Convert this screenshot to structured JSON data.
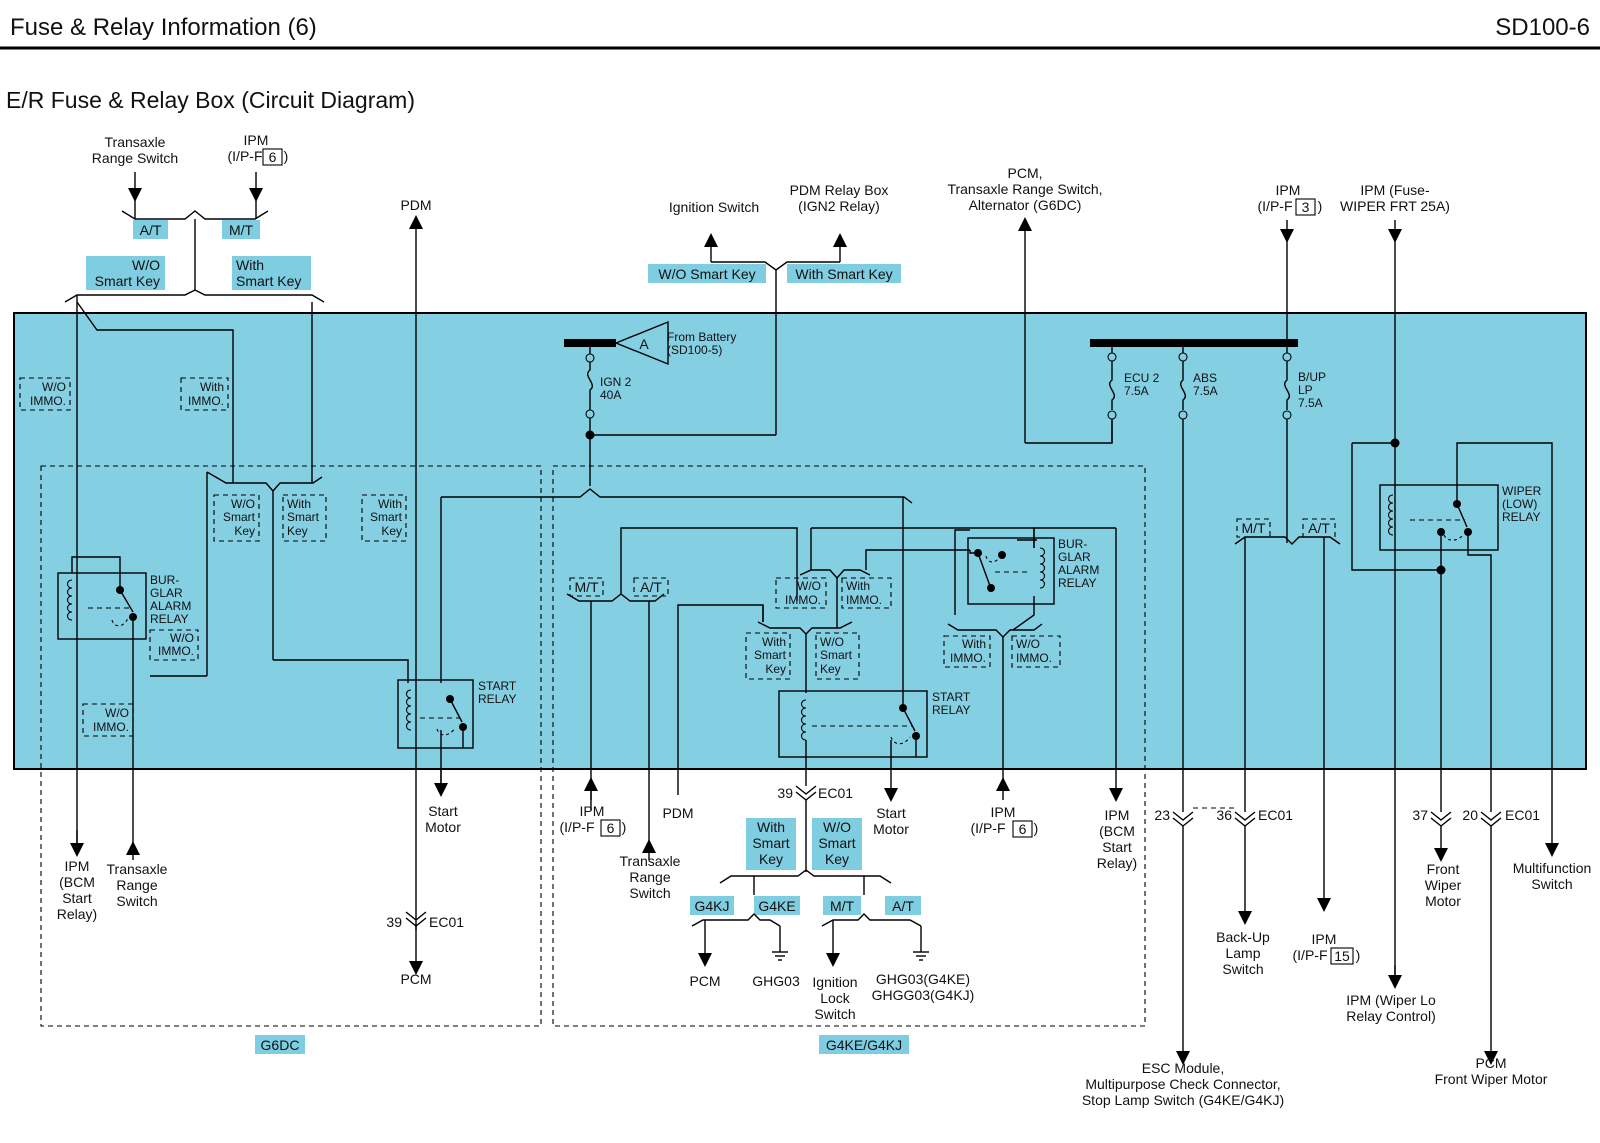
{
  "header": {
    "title": "Fuse & Relay Information (6)",
    "page_code": "SD100-6"
  },
  "diagram_title": "E/R Fuse & Relay Box (Circuit Diagram)",
  "colors": {
    "panel": "#85cfe3",
    "tag": "#7fcde0",
    "line": "#000000"
  },
  "top": {
    "transaxle_l1": "Transaxle",
    "transaxle_l2": "Range Switch",
    "ipm_l1": "IPM",
    "ipm_l2": "(I/P-F",
    "ipm_pin": "6",
    "ipm_close": ")",
    "at": "A/T",
    "mt": "M/T",
    "wo_smart_l1": "W/O",
    "wo_smart_l2": "Smart Key",
    "with_smart_l1": "With",
    "with_smart_l2": "Smart Key",
    "pdm": "PDM",
    "ign_switch": "Ignition Switch",
    "pdm_relay_l1": "PDM Relay Box",
    "pdm_relay_l2": "(IGN2 Relay)",
    "wo_smart_key": "W/O Smart Key",
    "with_smart_key": "With Smart Key",
    "pcm_l1": "PCM,",
    "pcm_l2": "Transaxle Range Switch,",
    "pcm_l3": "Alternator (G6DC)",
    "ipm3_l1": "IPM",
    "ipm3_l2": "(I/P-F",
    "ipm3_pin": "3",
    "ipm3_close": ")",
    "ipm_fuse_l1": "IPM (Fuse-",
    "ipm_fuse_l2": "WIPER FRT 25A)"
  },
  "box": {
    "from_batt_l1": "From Battery",
    "from_batt_l2": "(SD100-5)",
    "tri_label": "A",
    "ign2_l1": "IGN 2",
    "ign2_l2": "40A",
    "ecu2_l1": "ECU 2",
    "ecu2_l2": "7.5A",
    "abs_l1": "ABS",
    "abs_l2": "7.5A",
    "bup_l1": "B/UP",
    "bup_l2": "LP",
    "bup_l3": "7.5A",
    "wo": "W/O",
    "with": "With",
    "immo": "IMMO.",
    "smart": "Smart",
    "key": "Key",
    "burg_l1": "BUR-",
    "burg_l2": "GLAR",
    "burg_l3": "ALARM",
    "burg_l4": "RELAY",
    "start_l1": "START",
    "start_l2": "RELAY",
    "wiper_l1": "WIPER",
    "wiper_l2": "(LOW)",
    "wiper_l3": "RELAY",
    "mt": "M/T",
    "at": "A/T"
  },
  "bottom": {
    "ipm_bcm_l1": "IPM",
    "ipm_bcm_l2": "(BCM",
    "ipm_bcm_l3": "Start",
    "ipm_bcm_l4": "Relay)",
    "trs_l1": "Transaxle",
    "trs_l2": "Range",
    "trs_l3": "Switch",
    "start_motor_l1": "Start",
    "start_motor_l2": "Motor",
    "c39": "39",
    "ec01": "EC01",
    "pcm": "PCM",
    "g6dc": "G6DC",
    "g4ke_g4kj": "G4KE/G4KJ",
    "ipm6_l1": "IPM",
    "ipm6_l2": "(I/P-F",
    "ipm6_pin": "6",
    "ipm6_close": ")",
    "pdm": "PDM",
    "trs2_l1": "Transaxle",
    "trs2_l2": "Range",
    "trs2_l3": "Switch",
    "with_l1": "With",
    "smart_l2": "Smart",
    "key_l3": "Key",
    "wo_l1": "W/O",
    "g4kj": "G4KJ",
    "g4ke": "G4KE",
    "mt": "M/T",
    "at": "A/T",
    "ghg03": "GHG03",
    "ign_lock_l1": "Ignition",
    "ign_lock_l2": "Lock",
    "ign_lock_l3": "Switch",
    "ghg03_g4ke": "GHG03(G4KE)",
    "ghgg03_g4kj": "GHGG03(G4KJ)",
    "c23": "23",
    "c36": "36",
    "c37": "37",
    "c20": "20",
    "backup_l1": "Back-Up",
    "backup_l2": "Lamp",
    "backup_l3": "Switch",
    "ipm15_l1": "IPM",
    "ipm15_l2": "(I/P-F",
    "ipm15_pin": "15",
    "ipm15_close": ")",
    "esc_l1": "ESC Module,",
    "esc_l2": "Multipurpose Check Connector,",
    "esc_l3": "Stop  Lamp Switch (G4KE/G4KJ)",
    "fwm_l1": "Front",
    "fwm_l2": "Wiper",
    "fwm_l3": "Motor",
    "mfs_l1": "Multifunction",
    "mfs_l2": "Switch",
    "ipm_wiper_l1": "IPM (Wiper Lo",
    "ipm_wiper_l2": "Relay Control)",
    "pcm_fwm_l1": "PCM",
    "pcm_fwm_l2": "Front Wiper Motor"
  }
}
